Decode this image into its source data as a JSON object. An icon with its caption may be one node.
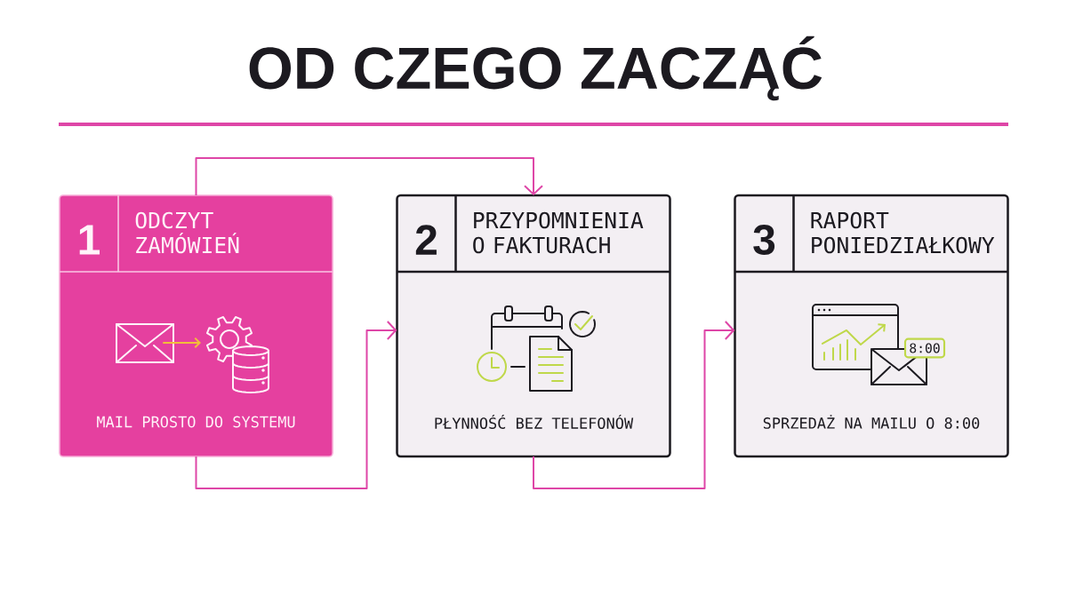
{
  "diagram": {
    "title": "OD CZEGO ZACZĄĆ",
    "nodes": [
      {
        "text": [
          "1",
          "ODCZYT ZAMÓWIEŃ",
          "MAIL PROSTO DO SYSTEMU"
        ]
      },
      {
        "text": [
          "2",
          "PRZYPOMNIENIA O FAKTURACH",
          "PŁYNNOŚĆ BEZ TELEFONÓW"
        ]
      },
      {
        "text": [
          "3",
          "RAPORT PONIEDZIAŁKOWY",
          "SPRZEDAŻ NA MAILU O 8:00"
        ]
      },
      {
        "text": [
          "8:00"
        ],
        "in": 2
      }
    ],
    "edges": [
      {
        "from": 0,
        "to": 1,
        "arrow": "to"
      },
      {
        "from": 0,
        "to": 1,
        "arrow": "to"
      },
      {
        "from": 1,
        "to": 2,
        "arrow": "to"
      }
    ]
  }
}
